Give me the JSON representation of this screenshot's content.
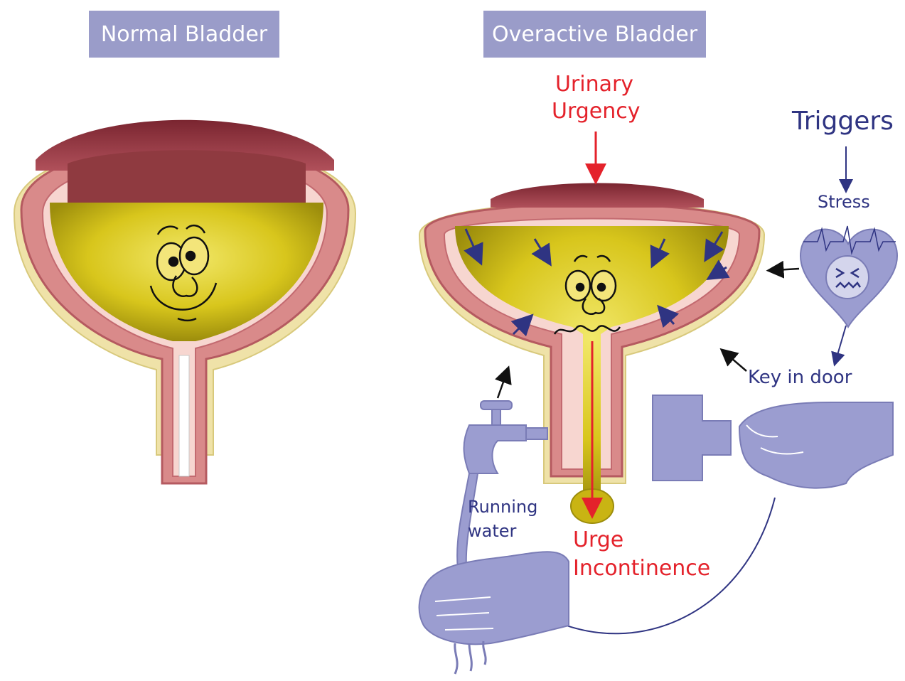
{
  "titles": {
    "normal": "Normal Bladder",
    "overactive": "Overactive Bladder"
  },
  "labels": {
    "urinary_urgency_line1": "Urinary",
    "urinary_urgency_line2": "Urgency",
    "triggers": "Triggers",
    "stress": "Stress",
    "key_in_door": "Key in door",
    "running_water_line1": "Running",
    "running_water_line2": "water",
    "urge_incontinence_line1": "Urge",
    "urge_incontinence_line2": "Incontinence"
  },
  "colors": {
    "title_bg": "#9a9cc9",
    "urgency_red": "#e4222b",
    "trigger_blue": "#2f3482",
    "trigger_fill": "#9b9dd0",
    "urine_yellow": "#d8c61c",
    "bladder_wall": "#d98a8a"
  },
  "icons": {
    "stress": "stressed-heart-icon",
    "key_in_door": "hand-key-icon",
    "running_water": "faucet-icon",
    "washing_hands": "hands-washing-icon"
  }
}
